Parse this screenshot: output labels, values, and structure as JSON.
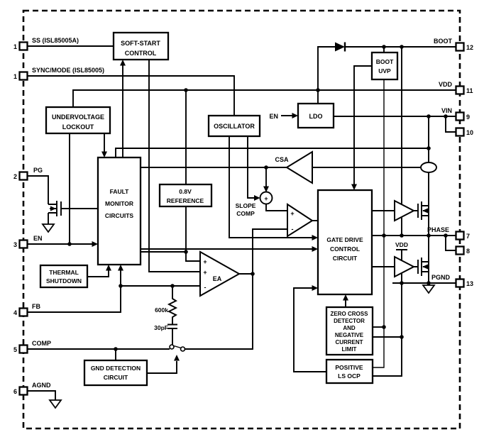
{
  "pins": {
    "left": [
      {
        "num": "1",
        "label": "SS (ISL85005A)"
      },
      {
        "num": "1",
        "label": "SYNC/MODE (ISL85005)"
      },
      {
        "num": "2",
        "label": "PG"
      },
      {
        "num": "3",
        "label": "EN"
      },
      {
        "num": "4",
        "label": "FB"
      },
      {
        "num": "5",
        "label": "COMP"
      },
      {
        "num": "6",
        "label": "AGND"
      }
    ],
    "right": [
      {
        "num": "12",
        "label": "BOOT"
      },
      {
        "num": "11",
        "label": "VDD"
      },
      {
        "num": "9",
        "label": "VIN"
      },
      {
        "num": "10",
        "label": ""
      },
      {
        "num": "7",
        "label": "PHASE"
      },
      {
        "num": "8",
        "label": ""
      },
      {
        "num": "13",
        "label": "PGND"
      }
    ]
  },
  "blocks": {
    "soft_start": [
      "SOFT-START",
      "CONTROL"
    ],
    "undervoltage_lockout": [
      "UNDERVOLTAGE",
      "LOCKOUT"
    ],
    "oscillator": [
      "OSCILLATOR"
    ],
    "ldo": [
      "LDO"
    ],
    "boot_uvp": [
      "BOOT",
      "UVP"
    ],
    "fault_monitor": [
      "FAULT",
      "MONITOR",
      "CIRCUITS"
    ],
    "reference": [
      "0.8V",
      "REFERENCE"
    ],
    "thermal_shutdown": [
      "THERMAL",
      "SHUTDOWN"
    ],
    "gate_drive": [
      "GATE DRIVE",
      "CONTROL",
      "CIRCUIT"
    ],
    "zero_cross": [
      "ZERO CROSS",
      "DETECTOR",
      "AND",
      "NEGATIVE",
      "CURRENT",
      "LIMIT"
    ],
    "positive_ls_ocp": [
      "POSITIVE",
      "LS OCP"
    ],
    "gnd_detection": [
      "GND DETECTION",
      "CIRCUIT"
    ]
  },
  "amplifiers": {
    "csa": "CSA",
    "ea": "EA"
  },
  "labels": {
    "slope_comp": [
      "SLOPE",
      "COMP"
    ],
    "en_ldo": "EN",
    "vdd_lowside": "VDD",
    "comp_resistor": "600k",
    "comp_capacitor": "30pF"
  },
  "signs": {
    "plus": "+",
    "minus": "-"
  },
  "colors": {
    "ink": "#000000",
    "background": "#ffffff"
  }
}
